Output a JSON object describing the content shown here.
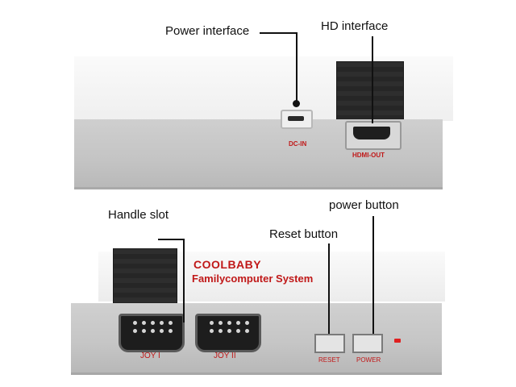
{
  "callouts": {
    "power_interface": "Power interface",
    "hd_interface": "HD interface",
    "handle_slot": "Handle slot",
    "reset_button": "Reset button",
    "power_button": "power button"
  },
  "ports": {
    "dc_in": "DC-IN",
    "hdmi_out": "HDMI-OUT",
    "joy1": "JOY I",
    "joy2": "JOY II",
    "reset": "RESET",
    "power": "POWER"
  },
  "brand": {
    "name": "COOLBABY",
    "subtitle": "Familycomputer  System"
  },
  "colors": {
    "accent": "#c01818",
    "shell": "#f0f0f0",
    "panel": "#c6c6c6",
    "block": "#2a2a2a"
  }
}
